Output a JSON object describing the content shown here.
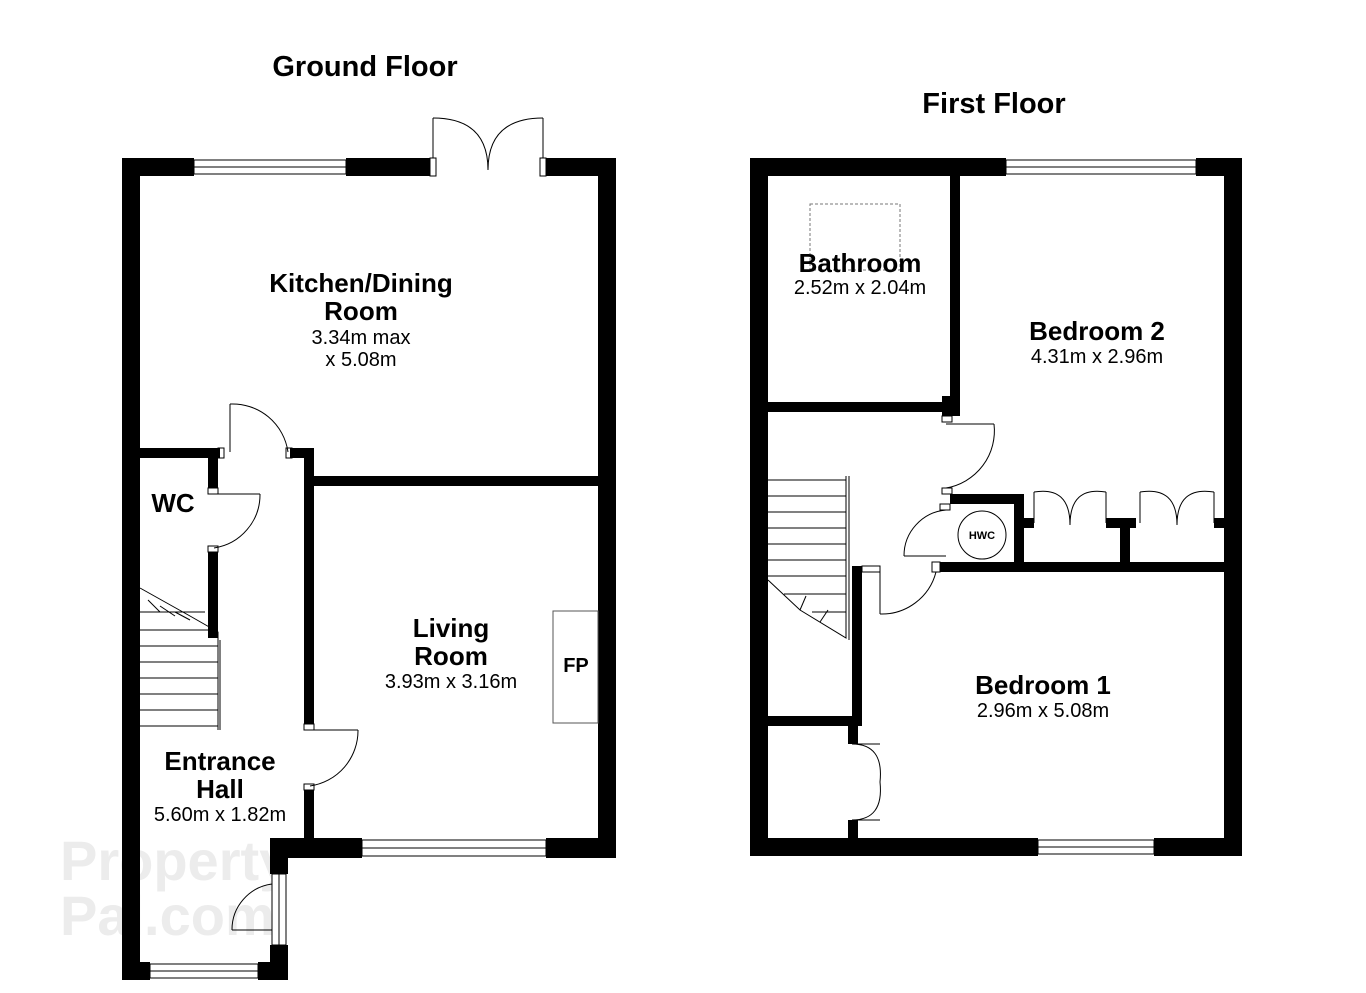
{
  "floors": {
    "ground": {
      "title": "Ground Floor",
      "rooms": {
        "kitchen": {
          "name_line1": "Kitchen/Dining",
          "name_line2": "Room",
          "dim_line1": "3.34m max",
          "dim_line2": "x 5.08m"
        },
        "wc": {
          "name": "WC"
        },
        "living": {
          "name_line1": "Living",
          "name_line2": "Room",
          "dim": "3.93m x 3.16m"
        },
        "fireplace": {
          "label": "FP"
        },
        "hall": {
          "name_line1": "Entrance",
          "name_line2": "Hall",
          "dim": "5.60m x 1.82m"
        }
      }
    },
    "first": {
      "title": "First Floor",
      "rooms": {
        "bathroom": {
          "name": "Bathroom",
          "dim": "2.52m x 2.04m"
        },
        "bedroom2": {
          "name": "Bedroom 2",
          "dim": "4.31m x 2.96m"
        },
        "hwc": {
          "label": "HWC"
        },
        "bedroom1": {
          "name": "Bedroom 1",
          "dim": "2.96m x 5.08m"
        }
      }
    }
  },
  "watermark": {
    "line1": "Property",
    "line2": "Pal.com"
  },
  "colors": {
    "wall": "#000000",
    "background": "#ffffff",
    "watermark": "#ececec"
  }
}
